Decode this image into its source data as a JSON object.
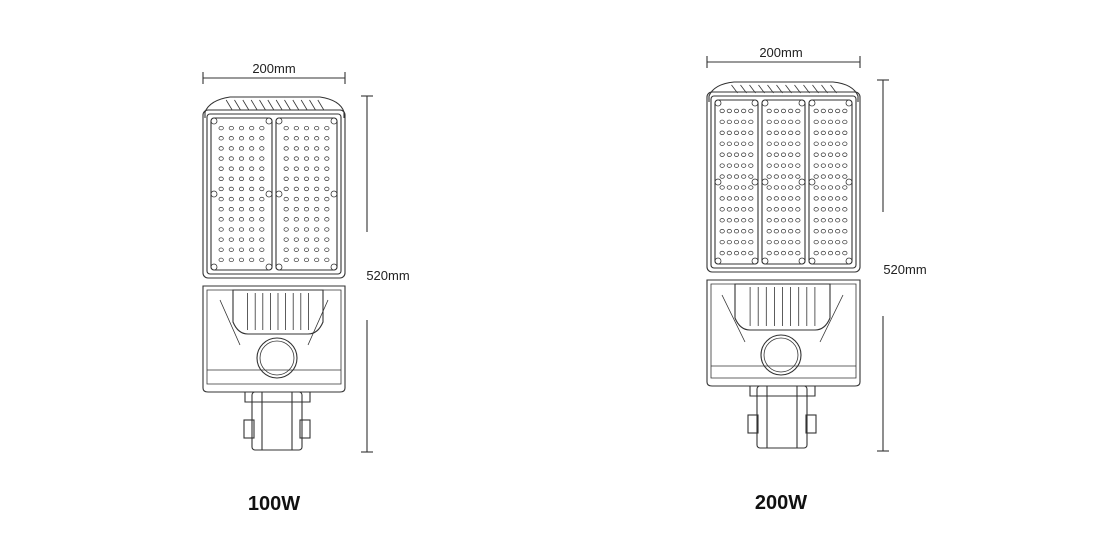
{
  "lamps": [
    {
      "id": "lamp-100w",
      "power_label": "100W",
      "width_label": "200mm",
      "height_label": "520mm",
      "module_columns": 2
    },
    {
      "id": "lamp-200w",
      "power_label": "200W",
      "width_label": "200mm",
      "height_label": "520mm",
      "module_columns": 3
    }
  ],
  "colors": {
    "line": "#333333",
    "background": "#ffffff"
  }
}
